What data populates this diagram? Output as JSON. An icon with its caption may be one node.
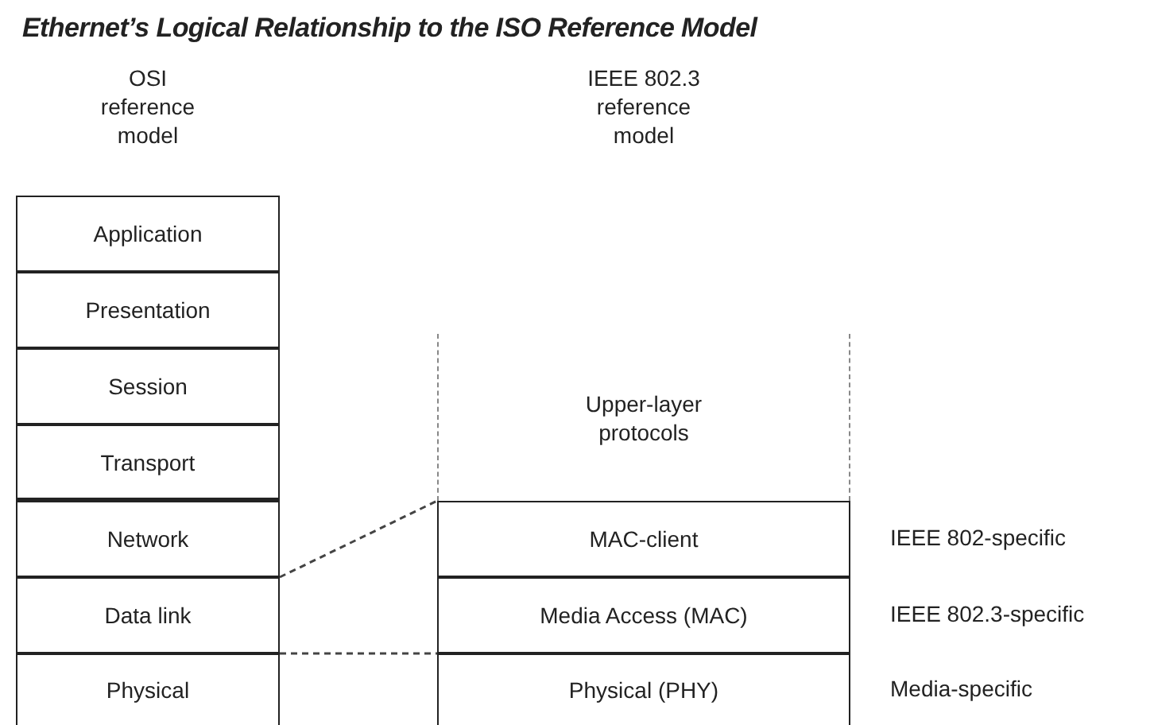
{
  "diagram": {
    "title": "Ethernet’s Logical Relationship to the ISO Reference Model",
    "nodes": [
      {
        "text": [
          "Application"
        ]
      },
      {
        "text": [
          "Presentation"
        ]
      },
      {
        "text": [
          "Session"
        ]
      },
      {
        "text": [
          "Transport"
        ]
      },
      {
        "text": [
          "Network"
        ]
      },
      {
        "text": [
          "Data link"
        ]
      },
      {
        "text": [
          "Physical"
        ]
      },
      {
        "text": [
          "Upper-layer protocols"
        ]
      },
      {
        "text": [
          "MAC-client"
        ],
        "beside": [
          "IEEE 802-specific"
        ]
      },
      {
        "text": [
          "Media Access (MAC)"
        ],
        "beside": [
          "IEEE 802.3-specific"
        ]
      },
      {
        "text": [
          "Physical (PHY)"
        ],
        "beside": [
          "Media-specific"
        ]
      }
    ],
    "edges": [
      {
        "from": 5,
        "to": 8,
        "arrow": "none",
        "style": "dashed"
      },
      {
        "from": 5,
        "to": 9,
        "arrow": "none",
        "style": "dashed"
      }
    ],
    "labels": [
      "OSI reference model",
      "IEEE 802.3 reference model"
    ]
  }
}
